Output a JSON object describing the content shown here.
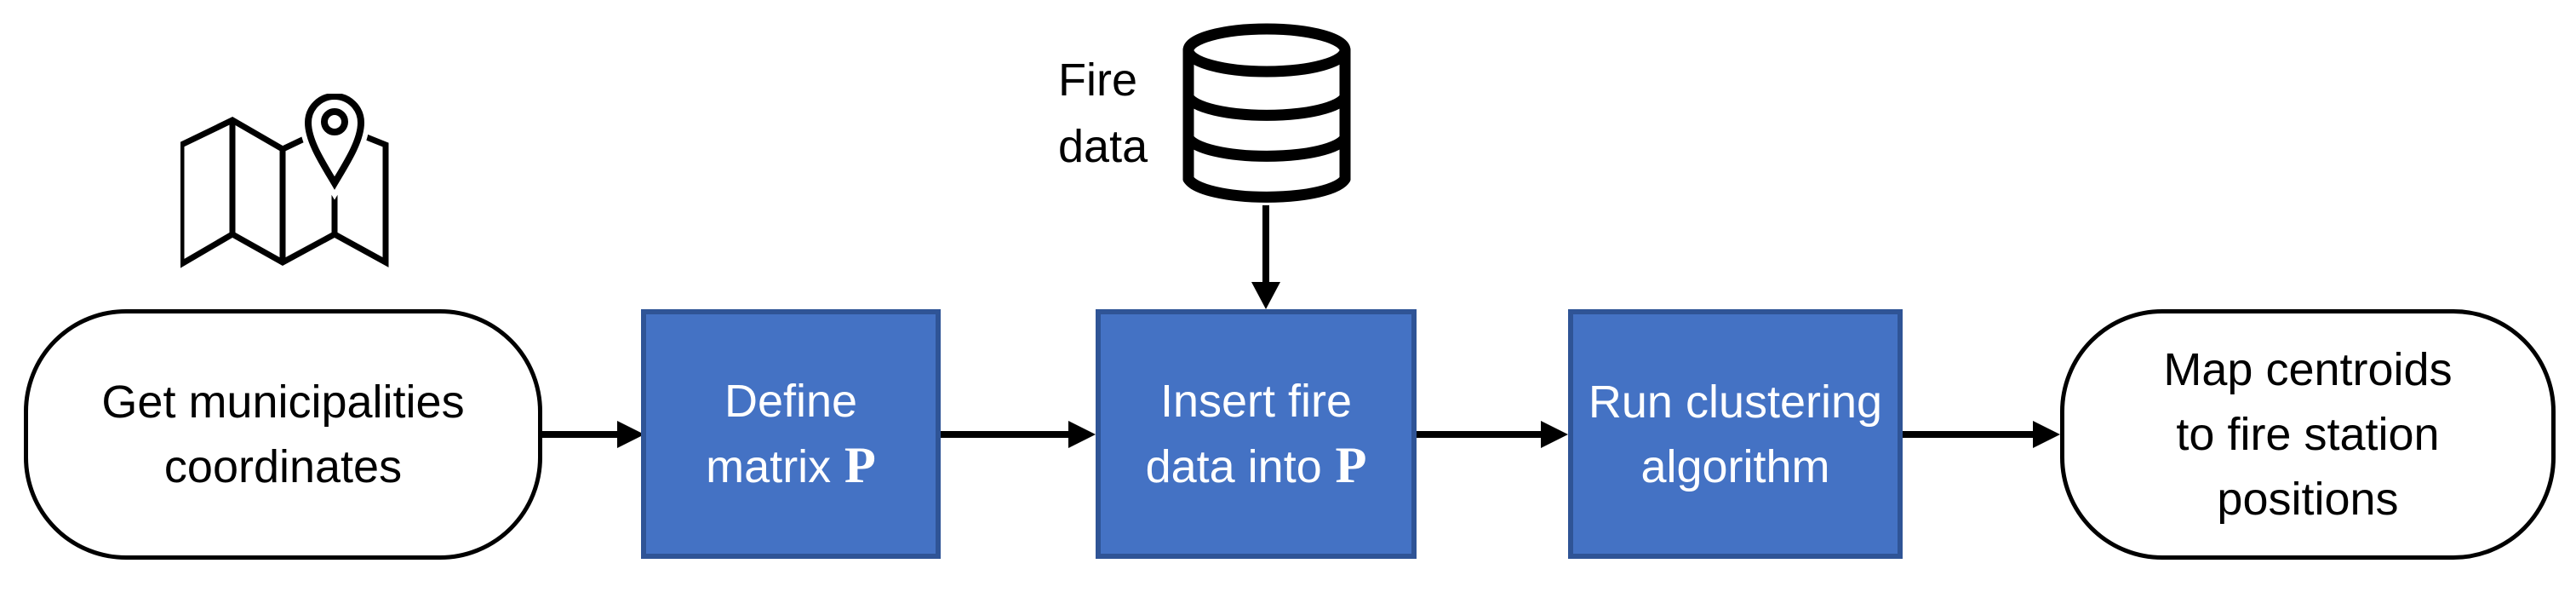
{
  "colors": {
    "background": "#ffffff",
    "process_fill": "#4472C4",
    "process_border": "#2F5496",
    "process_text": "#ffffff",
    "terminator_border": "#000000",
    "terminator_text": "#000000",
    "line": "#000000"
  },
  "nodes": {
    "start": {
      "line1": "Get municipalities",
      "line2": "coordinates"
    },
    "define": {
      "line1": "Define",
      "line2": "matrix",
      "math": "P"
    },
    "insert": {
      "line1": "Insert fire",
      "line2": "data into",
      "math": "P"
    },
    "run": {
      "line1": "Run clustering",
      "line2": "algorithm"
    },
    "end": {
      "line1": "Map centroids",
      "line2": "to fire station",
      "line3": "positions"
    }
  },
  "annotations": {
    "fire_data": {
      "line1": "Fire",
      "line2": "data"
    }
  },
  "icons": {
    "map": "map-with-location-pin-icon",
    "database": "database-cylinder-icon"
  }
}
